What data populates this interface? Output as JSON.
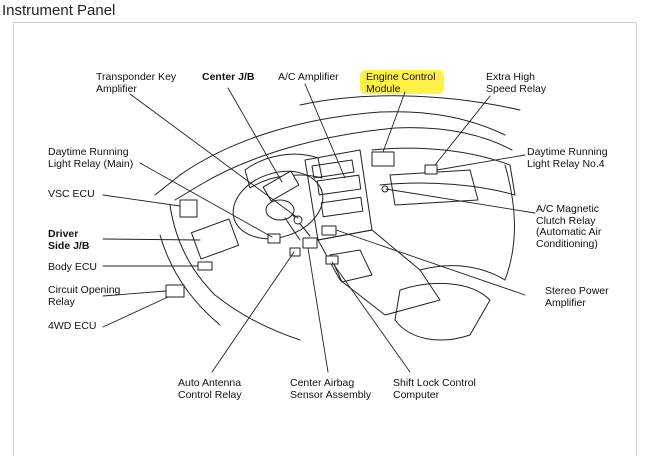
{
  "title": "Instrument Panel",
  "labels": {
    "transponder_key_amplifier": [
      "Transponder Key",
      "Amplifier"
    ],
    "center_jb": [
      "Center J/B"
    ],
    "ac_amplifier": [
      "A/C Amplifier"
    ],
    "engine_control_module": [
      "Engine Control",
      "Module"
    ],
    "extra_high_speed_relay": [
      "Extra High",
      "Speed Relay"
    ],
    "drl_relay_main": [
      "Daytime Running",
      "Light Relay (Main)"
    ],
    "drl_relay_no4": [
      "Daytime Running",
      "Light Relay No.4"
    ],
    "vsc_ecu": [
      "VSC ECU"
    ],
    "ac_magnetic_clutch_relay": [
      "A/C Magnetic",
      "Clutch Relay",
      "(Automatic Air",
      "Conditioning)"
    ],
    "driver_side_jb": [
      "Driver",
      "Side J/B"
    ],
    "body_ecu": [
      "Body ECU"
    ],
    "circuit_opening_relay": [
      "Circuit Opening",
      "Relay"
    ],
    "stereo_power_amplifier": [
      "Stereo Power",
      "Amplifier"
    ],
    "fourwd_ecu": [
      "4WD ECU"
    ],
    "auto_antenna_control_relay": [
      "Auto Antenna",
      "Control Relay"
    ],
    "center_airbag_sensor_assembly": [
      "Center Airbag",
      "Sensor Assembly"
    ],
    "shift_lock_control_computer": [
      "Shift Lock Control",
      "Computer"
    ]
  },
  "highlight_color": "#ffee33"
}
